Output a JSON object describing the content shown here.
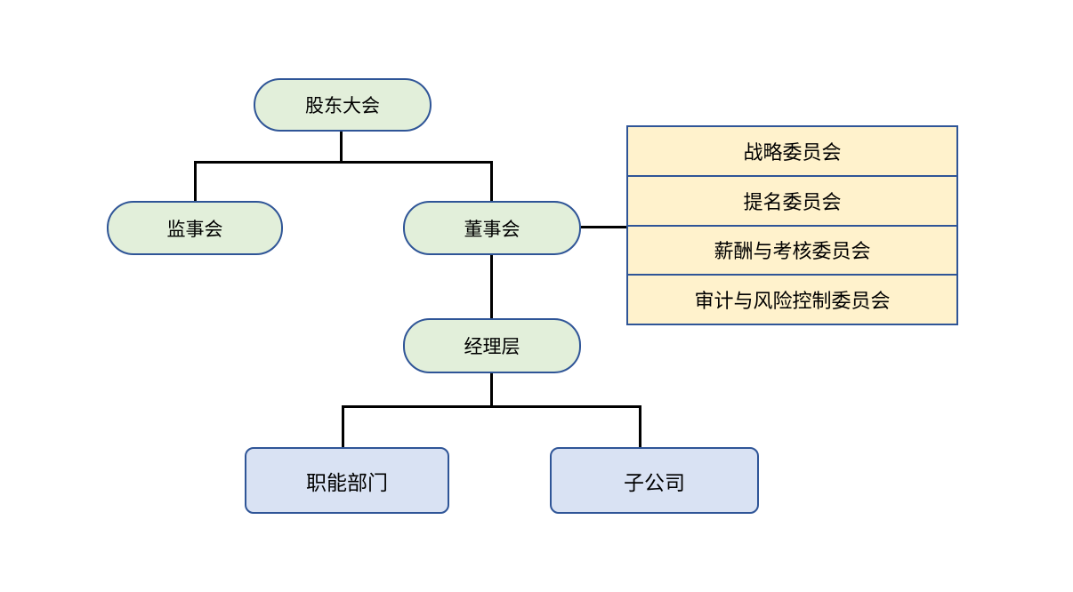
{
  "diagram": {
    "type": "org-chart",
    "background": "#ffffff"
  },
  "colors": {
    "node_border": "#2f5597",
    "green_node_fill": "#e2efda",
    "blue_node_fill": "#d9e2f3",
    "committee_fill": "#fff2cc",
    "connector": "#000000",
    "text": "#000000"
  },
  "nodes": {
    "shareholders": {
      "label": "股东大会"
    },
    "supervisory": {
      "label": "监事会"
    },
    "board": {
      "label": "董事会"
    },
    "management": {
      "label": "经理层"
    },
    "functional": {
      "label": "职能部门"
    },
    "subsidiary": {
      "label": "子公司"
    }
  },
  "committees": {
    "rows": [
      {
        "label": "战略委员会"
      },
      {
        "label": "提名委员会"
      },
      {
        "label": "薪酬与考核委员会"
      },
      {
        "label": "审计与风险控制委员会"
      }
    ]
  },
  "edges": [
    {
      "from": "shareholders",
      "to": "supervisory"
    },
    {
      "from": "shareholders",
      "to": "board"
    },
    {
      "from": "board",
      "to": "management"
    },
    {
      "from": "board",
      "to": "committee-table"
    },
    {
      "from": "management",
      "to": "functional"
    },
    {
      "from": "management",
      "to": "subsidiary"
    }
  ]
}
